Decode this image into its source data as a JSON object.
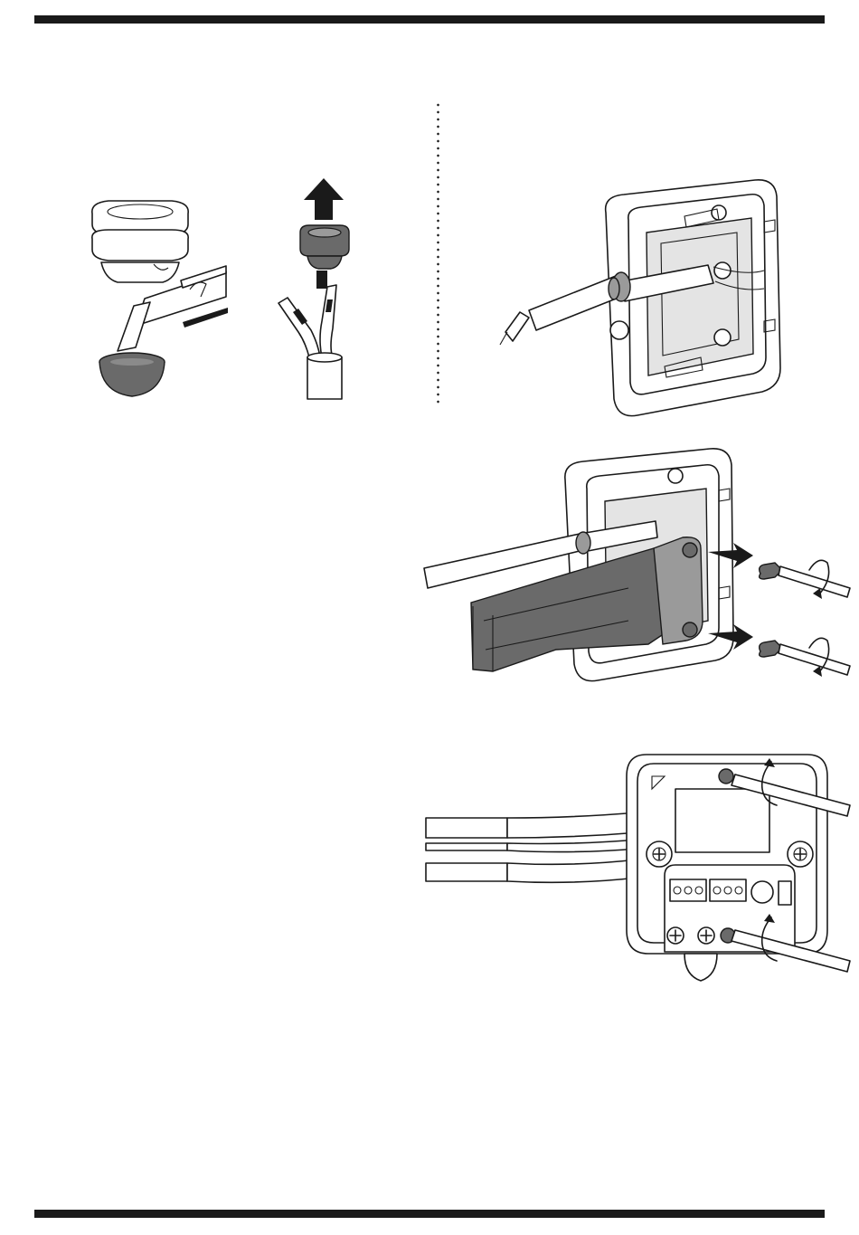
{
  "page": {
    "background_color": "#ffffff",
    "ink_color": "#1a1a1a",
    "shading_colors": [
      "#e4e4e4",
      "#9a9a9a",
      "#6a6a6a"
    ]
  },
  "figures": [
    {
      "id": "grommet-cutting",
      "icons": [
        "grommet-icon",
        "utility-knife-icon",
        "grommet-cap-icon"
      ]
    },
    {
      "id": "grommet-on-cable",
      "icons": [
        "up-arrow-icon",
        "grommet-icon",
        "cable-icon"
      ]
    },
    {
      "id": "housing-with-cable",
      "icons": [
        "housing-icon",
        "cable-icon",
        "grommet-icon"
      ]
    },
    {
      "id": "cable-cover-mounting",
      "icons": [
        "housing-icon",
        "cable-cover-icon",
        "screw-icon",
        "screwdriver-icon",
        "right-arrow-icon",
        "rotate-arrow-icon"
      ]
    },
    {
      "id": "housing-terminal-view",
      "icons": [
        "housing-icon",
        "terminal-block-icon",
        "screwdriver-icon",
        "rotate-arrow-icon",
        "cable-icon"
      ]
    }
  ]
}
